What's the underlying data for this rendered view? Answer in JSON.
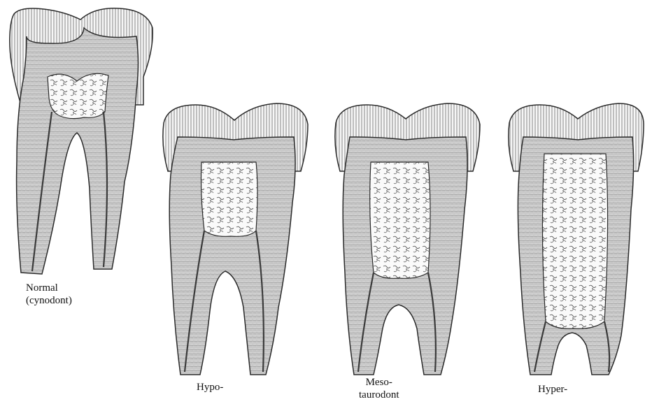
{
  "figure": {
    "teeth": [
      {
        "id": "normal",
        "label_lines": [
          "Normal",
          "(cynodont)"
        ]
      },
      {
        "id": "hypo",
        "label_lines": [
          "Hypo-"
        ]
      },
      {
        "id": "meso",
        "label_lines": [
          "Meso-",
          "taurodont"
        ]
      },
      {
        "id": "hyper",
        "label_lines": [
          "Hyper-"
        ]
      }
    ]
  },
  "colors": {
    "outline": "#2a2a2a",
    "enamel_fill": "#f4f4f4",
    "dentin_fill": "#c9c9c9",
    "pulp_fill": "#fbfbfb",
    "canal_line": "#3a3a3a"
  }
}
